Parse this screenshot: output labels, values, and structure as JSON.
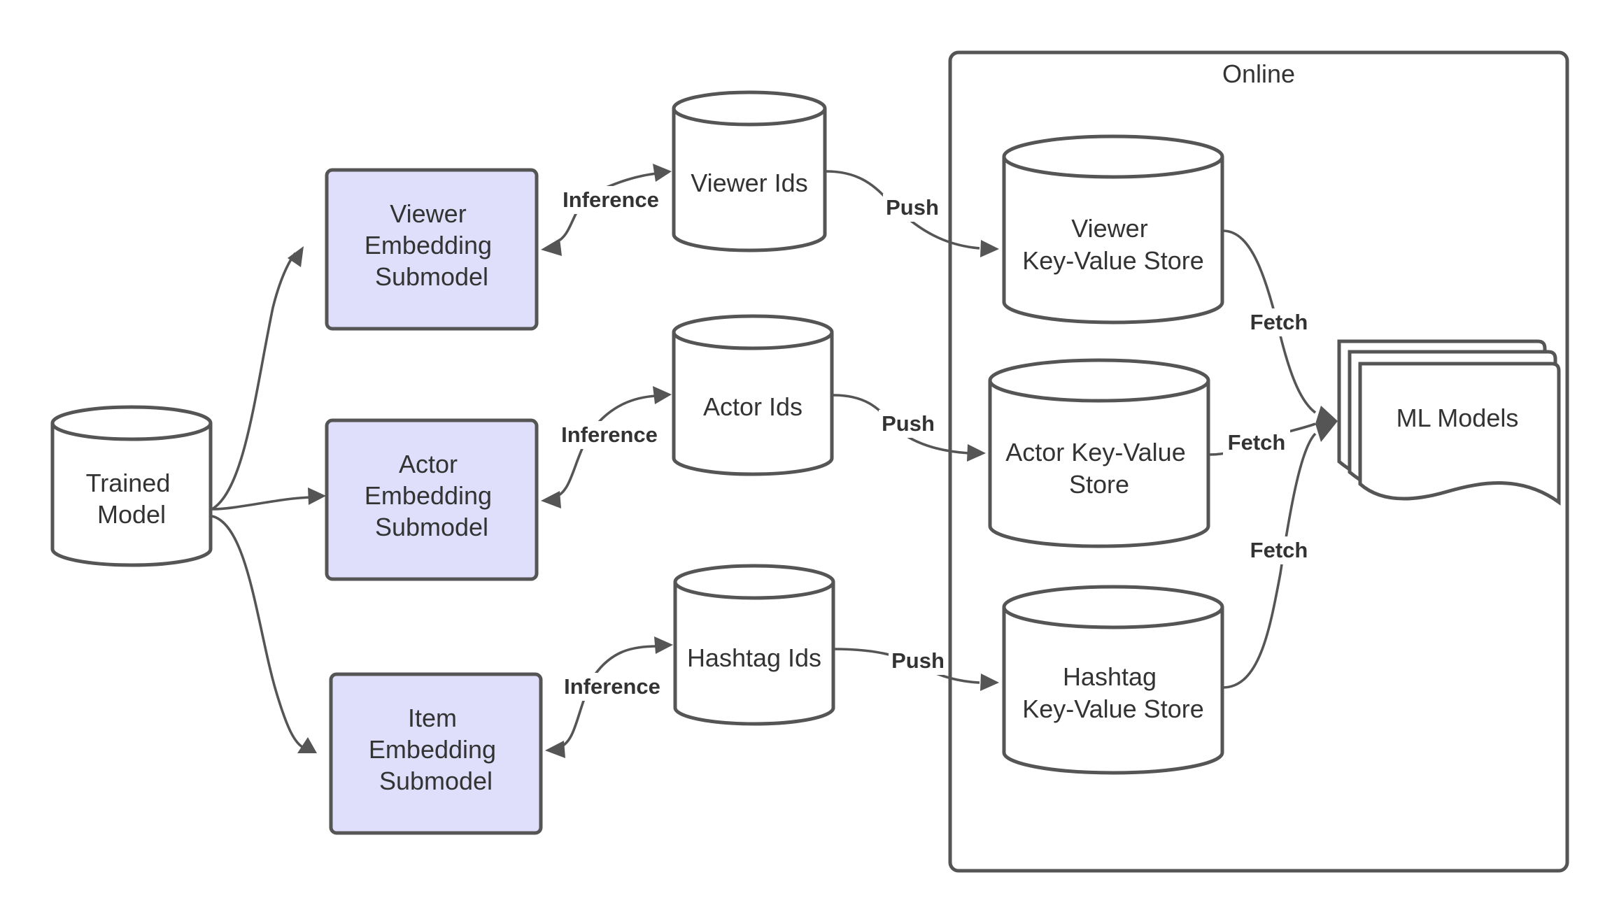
{
  "online_group": {
    "title": "Online"
  },
  "nodes": {
    "trained_model": {
      "lines": [
        "Trained",
        "Model"
      ]
    },
    "viewer_submodel": {
      "lines": [
        "Viewer",
        "Embedding",
        "Submodel"
      ]
    },
    "actor_submodel": {
      "lines": [
        "Actor",
        "Embedding",
        "Submodel"
      ]
    },
    "item_submodel": {
      "lines": [
        "Item",
        "Embedding",
        "Submodel"
      ]
    },
    "viewer_ids": {
      "lines": [
        "Viewer Ids"
      ]
    },
    "actor_ids": {
      "lines": [
        "Actor Ids"
      ]
    },
    "hashtag_ids": {
      "lines": [
        "Hashtag Ids"
      ]
    },
    "viewer_store": {
      "lines": [
        "Viewer",
        "Key-Value Store"
      ]
    },
    "actor_store": {
      "lines": [
        "Actor Key-Value",
        "Store"
      ]
    },
    "hashtag_store": {
      "lines": [
        "Hashtag",
        "Key-Value Store"
      ]
    },
    "ml_models": {
      "lines": [
        "ML Models"
      ]
    }
  },
  "edges": {
    "inference_label": "Inference",
    "push_label": "Push",
    "fetch_label": "Fetch"
  },
  "colors": {
    "stroke": "#555555",
    "submodel_fill": "#dfdffb",
    "text": "#333333"
  }
}
